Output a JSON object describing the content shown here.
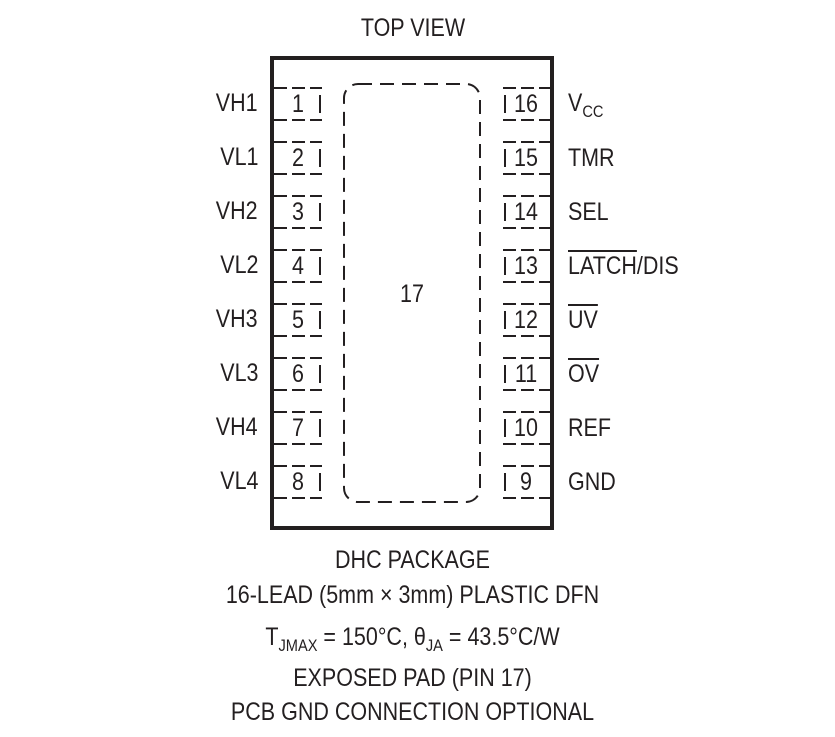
{
  "diagram": {
    "view_title": "TOP VIEW",
    "exposed_pad_number": "17",
    "left_pins": [
      {
        "number": "1",
        "name": "VH1"
      },
      {
        "number": "2",
        "name": "VL1"
      },
      {
        "number": "3",
        "name": "VH2"
      },
      {
        "number": "4",
        "name": "VL2"
      },
      {
        "number": "5",
        "name": "VH3"
      },
      {
        "number": "6",
        "name": "VL3"
      },
      {
        "number": "7",
        "name": "VH4"
      },
      {
        "number": "8",
        "name": "VL4"
      }
    ],
    "right_pins": [
      {
        "number": "16",
        "name_main": "V",
        "name_sub": "CC"
      },
      {
        "number": "15",
        "name": "TMR"
      },
      {
        "number": "14",
        "name": "SEL"
      },
      {
        "number": "13",
        "name_overline": "LATCH",
        "name_rest": "/DIS"
      },
      {
        "number": "12",
        "name_overline": "UV"
      },
      {
        "number": "11",
        "name_overline": "OV"
      },
      {
        "number": "10",
        "name": "REF"
      },
      {
        "number": "9",
        "name": "GND"
      }
    ],
    "captions": {
      "line1": "DHC PACKAGE",
      "line2": "16-LEAD (5mm × 3mm) PLASTIC DFN",
      "line3_t": "T",
      "line3_t_sub": "JMAX",
      "line3_mid": " = 150°C, θ",
      "line3_theta_sub": "JA",
      "line3_end": " = 43.5°C/W",
      "line4": "EXPOSED PAD (PIN 17)",
      "line5": "PCB GND CONNECTION OPTIONAL"
    }
  }
}
